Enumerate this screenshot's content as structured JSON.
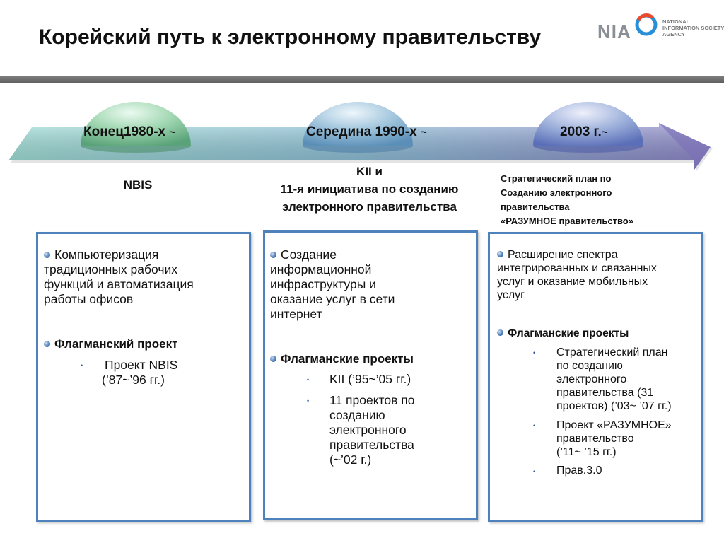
{
  "title": "Корейский путь к электронному правительству",
  "logo": {
    "mark": "NIA",
    "lines": [
      "NATIONAL",
      "INFORMATION SOCIETY",
      "AGENCY"
    ]
  },
  "timeline": {
    "eras": [
      {
        "label": "Конец1980-х",
        "tilde": "~"
      },
      {
        "label": "Середина 1990-х",
        "tilde": "~"
      },
      {
        "label": "2003 г.",
        "tilde": "~"
      }
    ],
    "subtitles": [
      {
        "lines": [
          "NBIS"
        ]
      },
      {
        "lines": [
          "KII и",
          "11-я инициатива по созданию",
          "электронного правительства"
        ]
      },
      {
        "lines": [
          "Стратегический план по",
          "Созданию электронного",
          "правительства",
          "«РАЗУМНОЕ правительство»"
        ]
      }
    ]
  },
  "columns": [
    {
      "intro": [
        "Компьютеризация",
        "традиционных рабочих",
        "функций и автоматизация",
        "работы офисов"
      ],
      "flagship": "Флагманский проект",
      "projects": [
        {
          "lines": [
            "Проект NBIS",
            "(’87~’96 гг.)"
          ]
        }
      ]
    },
    {
      "intro": [
        "Создание",
        "информационной",
        "инфраструктуры и",
        "оказание услуг в сети",
        "интернет"
      ],
      "flagship": "Флагманские проекты",
      "projects": [
        {
          "lines": [
            "KII (’95~’05 гг.)"
          ]
        },
        {
          "lines": [
            "11 проектов по",
            "созданию",
            "электронного",
            "правительства",
            "(~’02 г.)"
          ]
        }
      ]
    },
    {
      "intro": [
        "Расширение спектра",
        "интегрированных и связанных",
        "услуг и оказание мобильных",
        "услуг"
      ],
      "flagship": "Флагманские проекты",
      "projects": [
        {
          "lines": [
            "Стратегический план",
            "по созданию",
            "электронного",
            "правительства (31",
            "проектов) (’03~ ’07 гг.)"
          ]
        },
        {
          "lines": [
            "Проект «РАЗУМНОЕ»",
            "правительство",
            "(’11~ ’15 гг.)"
          ]
        },
        {
          "lines": [
            "Прав.3.0"
          ]
        }
      ]
    }
  ],
  "colors": {
    "accent": "#4f81bd",
    "bar": "#6b6b6b",
    "arrow_start": "#8fd3cf",
    "arrow_end": "#8c84c9"
  }
}
